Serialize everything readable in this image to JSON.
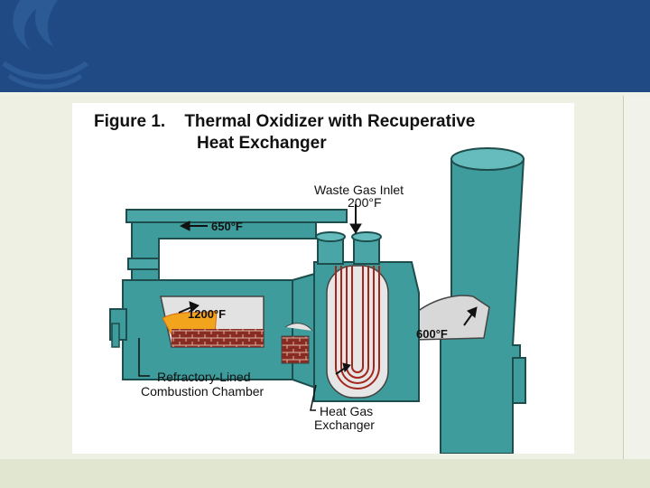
{
  "figure": {
    "number": "Figure 1.",
    "title_line1": "Thermal Oxidizer with Recuperative",
    "title_line2": "Heat Exchanger"
  },
  "labels": {
    "waste_gas_inlet": "Waste Gas Inlet",
    "waste_gas_temp": "200°F",
    "duct_temp": "650°F",
    "chamber_temp": "1200°F",
    "stack_temp": "600°F",
    "chamber_line1": "Refractory-Lined",
    "chamber_line2": "Combustion Chamber",
    "exchanger_line1": "Heat Gas",
    "exchanger_line2": "Exchanger"
  },
  "colors": {
    "banner": "#1f4a84",
    "equipment_teal": "#3f9c9c",
    "refractory_brick": "#8a2b22",
    "flame": "#f2a41c"
  },
  "icons": [
    "logo-flame-icon",
    "flow-arrow-icon"
  ]
}
